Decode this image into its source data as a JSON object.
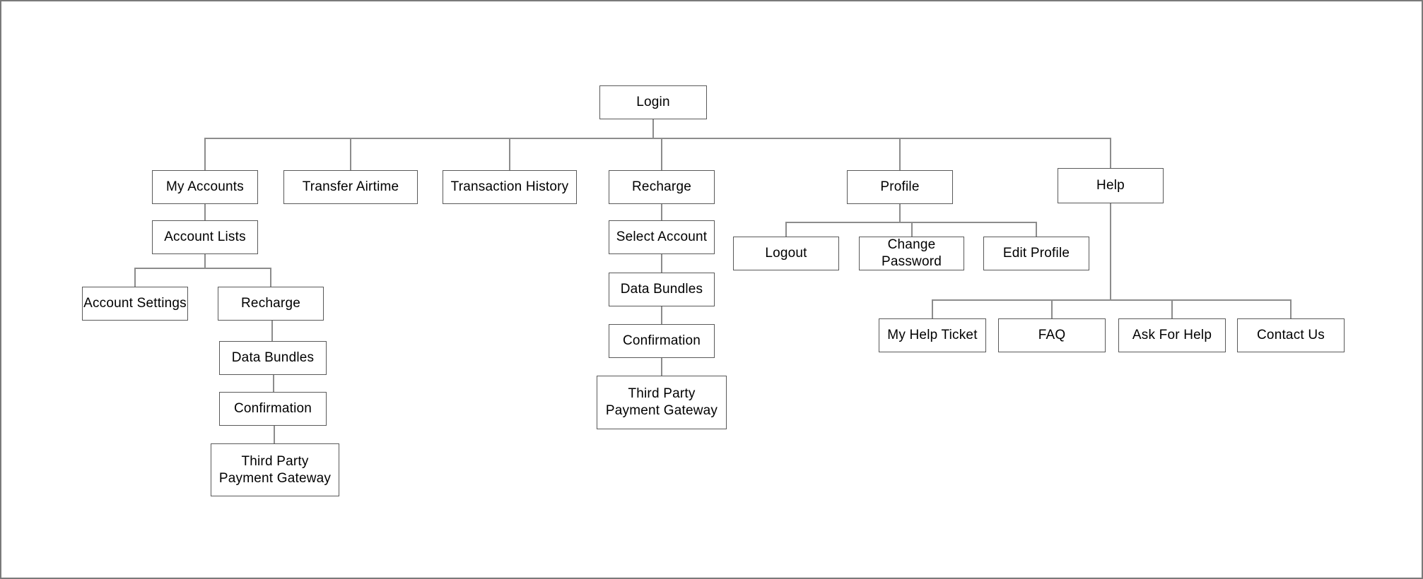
{
  "diagram_type": "sitemap-flowchart",
  "colors": {
    "background": "#ffffff",
    "frame_border": "#7a7a7a",
    "box_border": "#595959",
    "connector": "#8c8c8c",
    "text": "#000000"
  },
  "nodes": {
    "login": {
      "label": "Login"
    },
    "my_accounts": {
      "label": "My Accounts"
    },
    "transfer_airtime": {
      "label": "Transfer Airtime"
    },
    "transaction_history": {
      "label": "Transaction History"
    },
    "recharge": {
      "label": "Recharge"
    },
    "profile": {
      "label": "Profile"
    },
    "help": {
      "label": "Help"
    },
    "account_lists": {
      "label": "Account Lists"
    },
    "account_settings": {
      "label": "Account Settings"
    },
    "recharge_sub": {
      "label": "Recharge"
    },
    "data_bundles_left": {
      "label": "Data Bundles"
    },
    "confirmation_left": {
      "label": "Confirmation"
    },
    "third_party_left": {
      "label": "Third Party\nPayment Gateway"
    },
    "select_account": {
      "label": "Select Account"
    },
    "data_bundles_mid": {
      "label": "Data Bundles"
    },
    "confirmation_mid": {
      "label": "Confirmation"
    },
    "third_party_mid": {
      "label": "Third Party\nPayment Gateway"
    },
    "logout": {
      "label": "Logout"
    },
    "change_password": {
      "label": "Change Password"
    },
    "edit_profile": {
      "label": "Edit Profile"
    },
    "my_help_ticket": {
      "label": "My Help Ticket"
    },
    "faq": {
      "label": "FAQ"
    },
    "ask_for_help": {
      "label": "Ask For Help"
    },
    "contact_us": {
      "label": "Contact Us"
    }
  },
  "hierarchy": {
    "Login": {
      "My Accounts": {
        "Account Lists": {
          "Account Settings": {},
          "Recharge": {
            "Data Bundles": {
              "Confirmation": {
                "Third Party Payment Gateway": {}
              }
            }
          }
        }
      },
      "Transfer Airtime": {},
      "Transaction History": {},
      "Recharge": {
        "Select Account": {
          "Data Bundles": {
            "Confirmation": {
              "Third Party Payment Gateway": {}
            }
          }
        }
      },
      "Profile": {
        "Logout": {},
        "Change Password": {},
        "Edit Profile": {}
      },
      "Help": {
        "My Help Ticket": {},
        "FAQ": {},
        "Ask For Help": {},
        "Contact Us": {}
      }
    }
  }
}
